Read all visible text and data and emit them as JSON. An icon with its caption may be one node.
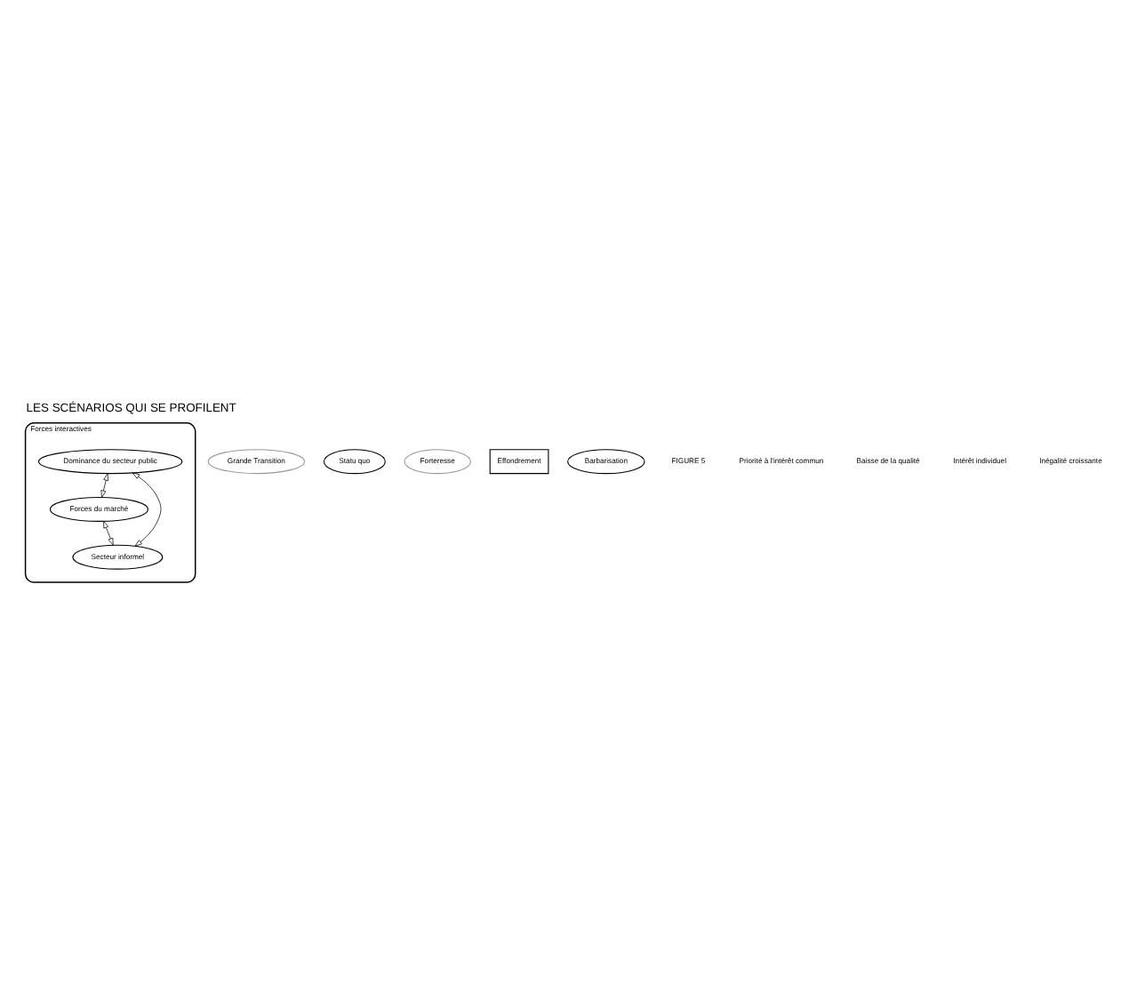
{
  "diagram": {
    "title": "LES SCÉNARIOS QUI SE PROFILENT",
    "nodes": [
      {
        "text": [
          "Forces interactives"
        ]
      },
      {
        "text": [
          "Dominance du secteur public"
        ],
        "in": 0
      },
      {
        "text": [
          "Forces du marché"
        ],
        "in": 0
      },
      {
        "text": [
          "Secteur informel"
        ],
        "in": 0
      },
      {
        "text": [
          "Grande Transition"
        ]
      },
      {
        "text": [
          "Statu quo"
        ]
      },
      {
        "text": [
          "Forteresse"
        ]
      },
      {
        "text": [
          "Effondrement"
        ]
      },
      {
        "text": [
          "Barbarisation"
        ]
      }
    ],
    "edges": [
      {
        "from": 1,
        "to": 2,
        "arrow": "both"
      },
      {
        "from": 1,
        "to": 3,
        "arrow": "both"
      },
      {
        "from": 2,
        "to": 3,
        "arrow": "both"
      }
    ],
    "labels": [
      "FIGURE 5",
      "Priorité à l'intérêt commun",
      "Baisse de la qualité",
      "Intérêt individuel",
      "Inégalité croissante"
    ]
  }
}
